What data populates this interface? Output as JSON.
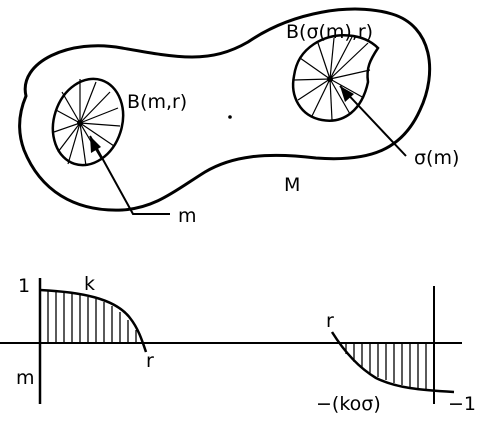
{
  "figure": {
    "ink_color": "#000000",
    "background": "#ffffff",
    "labels": {
      "ball_m": "B(m,r)",
      "ball_sigma": "B(σ(m),r)",
      "point_m": "m",
      "point_sigma": "σ(m)",
      "manifold": "M",
      "graph_one": "1",
      "graph_k": "k",
      "graph_m": "m",
      "graph_r_left": "r",
      "graph_r_right": "r",
      "graph_neg_k_sigma": "−(koσ)",
      "graph_minus_one": "−1"
    }
  }
}
